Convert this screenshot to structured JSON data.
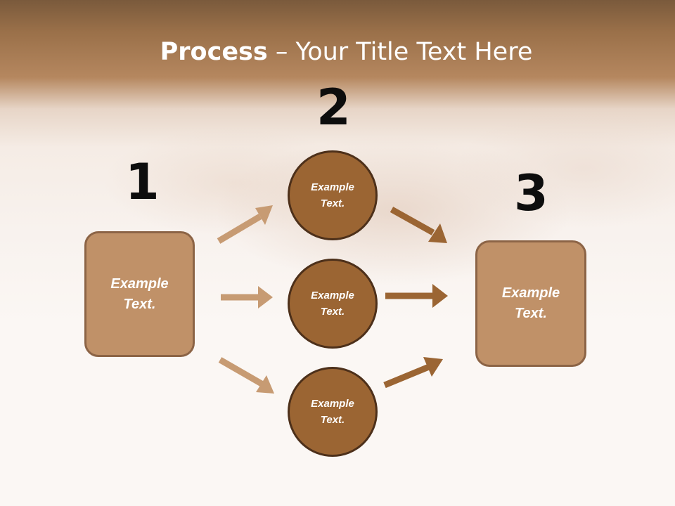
{
  "slide": {
    "title_bold": "Process",
    "title_rest": " – Your Title Text Here"
  },
  "steps": {
    "one": {
      "number": "1",
      "text": "Example Text."
    },
    "two": {
      "number": "2",
      "circles": [
        {
          "text": "Example Text."
        },
        {
          "text": "Example Text."
        },
        {
          "text": "Example Text."
        }
      ]
    },
    "three": {
      "number": "3",
      "text": "Example Text."
    }
  },
  "colors": {
    "box_fill": "#c09168",
    "box_border": "#8c6446",
    "circle_fill": "#9b6533",
    "circle_border": "#4d301a",
    "arrow_light": "#c79b73",
    "arrow_dark": "#9b6533"
  }
}
